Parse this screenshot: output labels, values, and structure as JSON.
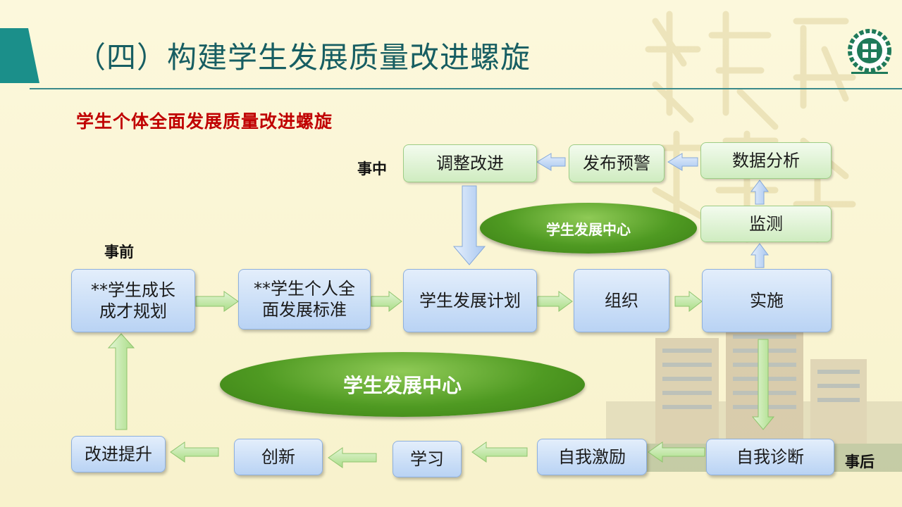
{
  "title": "（四）构建学生发展质量改进螺旋",
  "subtitle": "学生个体全面发展质量改进螺旋",
  "labels": {
    "before": "事前",
    "during": "事中",
    "after": "事后"
  },
  "boxes": {
    "plan": "**学生成长\n成才规划",
    "standard": "**学生个人全\n面发展标准",
    "dev_plan": "学生发展计划",
    "organize": "组织",
    "implement": "实施",
    "monitor": "监测",
    "analysis": "数据分析",
    "warning": "发布预警",
    "adjust": "调整改进",
    "self_diagnosis": "自我诊断",
    "self_motivation": "自我激励",
    "learning": "学习",
    "innovation": "创新",
    "improve": "改进提升"
  },
  "centers": {
    "small": "学生发展中心",
    "large": "学生发展中心"
  },
  "colors": {
    "title": "#175e62",
    "subtitle": "#c00000",
    "accent_teal": "#1b8f8a",
    "arrow_green": "#b9e39c",
    "arrow_blue": "#b3cff2"
  }
}
